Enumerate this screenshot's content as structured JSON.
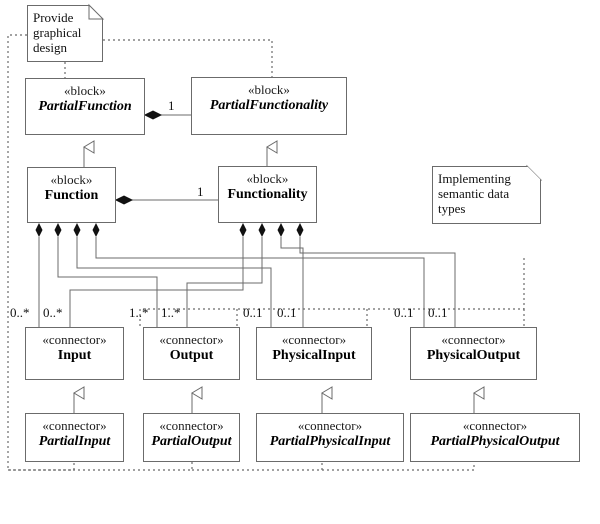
{
  "diagram": {
    "title": "SysML block definition diagram",
    "stereotype_block": "«block»",
    "stereotype_connector": "«connector»",
    "line_color": "#6b6b6b",
    "text_color": "#111111"
  },
  "notes": [
    {
      "id": "note-graphical-design",
      "text": "Provide graphical design"
    },
    {
      "id": "note-semantic-types",
      "text": "Implementing semantic data types"
    }
  ],
  "blocks": [
    {
      "id": "partial-function",
      "stereotype": "«block»",
      "name": "PartialFunction",
      "italic": true
    },
    {
      "id": "partial-functionality",
      "stereotype": "«block»",
      "name": "PartialFunctionality",
      "italic": true
    },
    {
      "id": "function",
      "stereotype": "«block»",
      "name": "Function",
      "italic": false
    },
    {
      "id": "functionality",
      "stereotype": "«block»",
      "name": "Functionality",
      "italic": false
    }
  ],
  "connectors": [
    {
      "id": "input",
      "stereotype": "«connector»",
      "name": "Input",
      "italic": false
    },
    {
      "id": "output",
      "stereotype": "«connector»",
      "name": "Output",
      "italic": false
    },
    {
      "id": "physical-input",
      "stereotype": "«connector»",
      "name": "PhysicalInput",
      "italic": false
    },
    {
      "id": "physical-output",
      "stereotype": "«connector»",
      "name": "PhysicalOutput",
      "italic": false
    },
    {
      "id": "partial-input",
      "stereotype": "«connector»",
      "name": "PartialInput",
      "italic": true
    },
    {
      "id": "partial-output",
      "stereotype": "«connector»",
      "name": "PartialOutput",
      "italic": true
    },
    {
      "id": "partial-physical-input",
      "stereotype": "«connector»",
      "name": "PartialPhysicalInput",
      "italic": true
    },
    {
      "id": "partial-physical-output",
      "stereotype": "«connector»",
      "name": "PartialPhysicalOutput",
      "italic": true
    }
  ],
  "multiplicities": {
    "partial_function_to_partial_functionality": "1",
    "function_to_functionality": "1",
    "input_left": "0..*",
    "input_right": "0..*",
    "output_left": "1..*",
    "output_right": "1..*",
    "physical_input_left": "0..1",
    "physical_input_right": "0..1",
    "physical_output_left": "0..1",
    "physical_output_right": "0..1"
  }
}
